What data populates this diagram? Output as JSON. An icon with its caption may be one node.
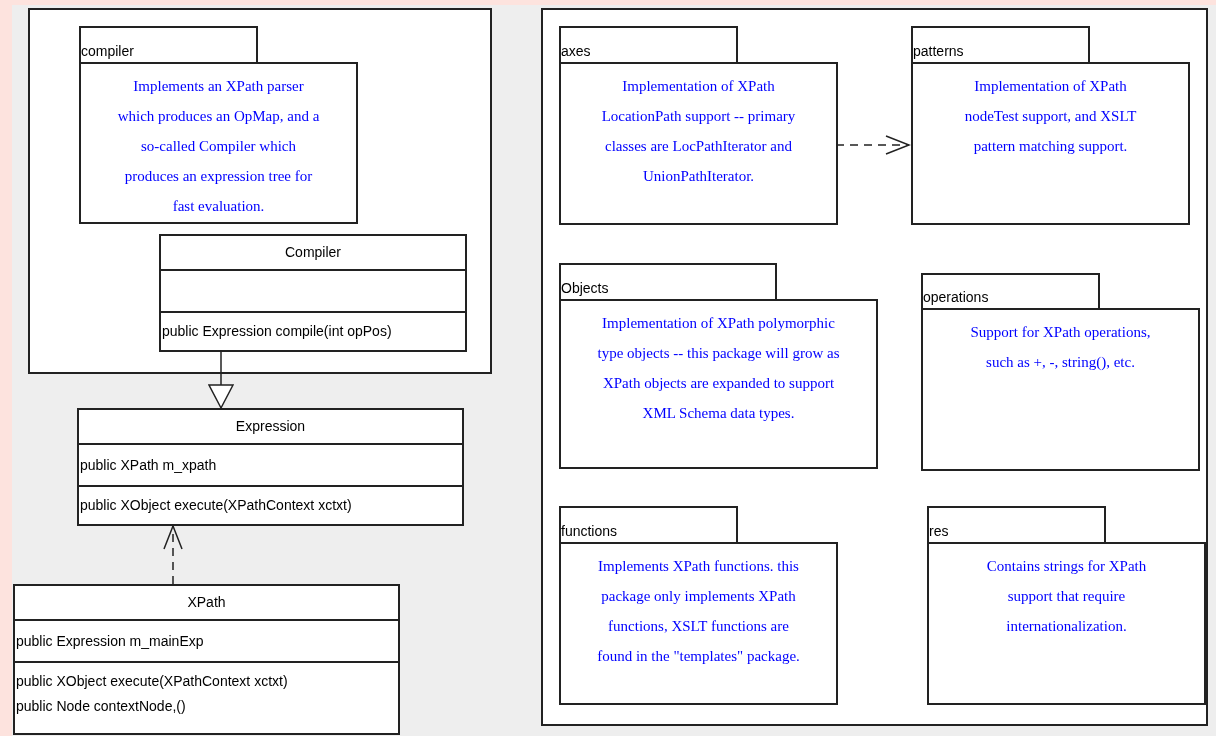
{
  "diagram": {
    "nodes": [
      {
        "text": [],
        "shape": "box"
      },
      {
        "text": [
          "compiler",
          "Implements an XPath parser which produces an OpMap, and a so-called Compiler which produces an expression tree for fast evaluation."
        ],
        "in": 0
      },
      {
        "text": [
          "Compiler",
          "public Expression compile(int opPos)"
        ],
        "in": 0
      },
      {
        "text": [
          "Expression",
          "public XPath m_xpath",
          "public XObject execute(XPathContext xctxt)"
        ]
      },
      {
        "text": [
          "XPath",
          "public Expression m_mainExp",
          "public XObject execute(XPathContext xctxt)",
          "public Node contextNode,()"
        ]
      },
      {
        "text": [],
        "shape": "box"
      },
      {
        "text": [
          "axes",
          "Implementation of XPath LocationPath support -- primary classes are LocPathIterator and UnionPathIterator."
        ],
        "in": 5
      },
      {
        "text": [
          "patterns",
          "Implementation of XPath nodeTest support, and XSLT pattern matching support."
        ],
        "in": 5
      },
      {
        "text": [
          "Objects",
          "Implementation of XPath polymorphic type objects -- this package will grow as XPath objects are expanded to support XML Schema data types."
        ],
        "in": 5
      },
      {
        "text": [
          "operations",
          "Support for XPath operations, such as +, -, string(), etc."
        ],
        "in": 5
      },
      {
        "text": [
          "functions",
          "Implements XPath functions. this package only implements XPath functions, XSLT functions are found in the \"templates\" package."
        ],
        "in": 5
      },
      {
        "text": [
          "res",
          "Contains strings for XPath support that require internationalization."
        ],
        "in": 5
      }
    ],
    "edges": [
      {
        "from": 2,
        "to": 3,
        "arrow": "to"
      },
      {
        "from": 4,
        "to": 3,
        "arrow": "to",
        "style": "dashed"
      },
      {
        "from": 6,
        "to": 7,
        "arrow": "to",
        "style": "dashed"
      }
    ]
  }
}
